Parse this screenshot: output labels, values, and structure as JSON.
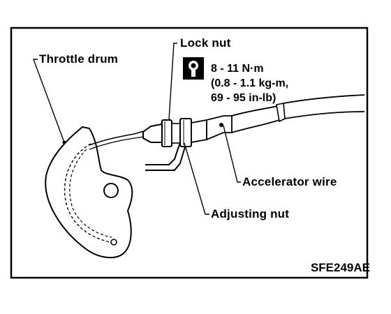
{
  "labels": {
    "lock_nut": "Lock nut",
    "throttle_drum": "Throttle drum",
    "accelerator_wire": "Accelerator wire",
    "adjusting_nut": "Adjusting nut"
  },
  "torque_spec": {
    "line1": "8 - 11 N·m",
    "line2": "(0.8 - 1.1 kg-m,",
    "line3": "69 - 95 in-lb)",
    "icon": "torque-wrench-icon"
  },
  "figure_code": "SFE249AE"
}
